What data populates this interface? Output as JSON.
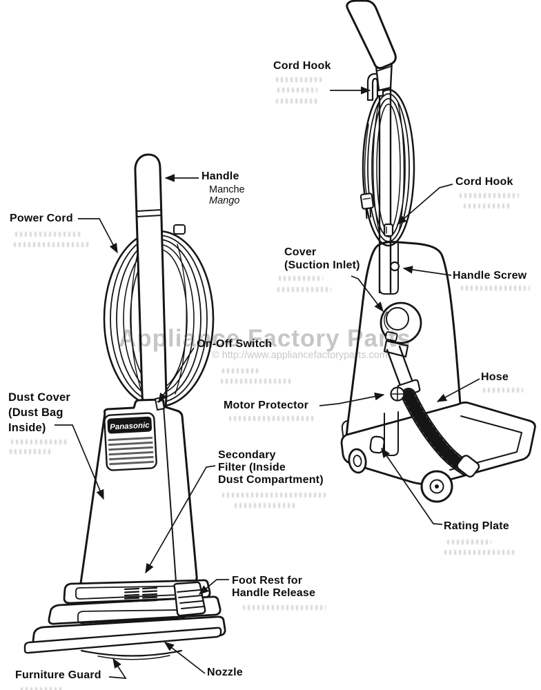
{
  "watermark": {
    "title": "Appliance Factory Parts",
    "url_line": "© http://www.appliancefactoryparts.com",
    "color": "#c6c6c6"
  },
  "brand_plate": {
    "text": "Panasonic"
  },
  "palette": {
    "line": "#151515",
    "paper": "#ffffff"
  },
  "labels": {
    "cord_hook_top": {
      "text": "Cord Hook"
    },
    "handle": {
      "text": "Handle",
      "translation_fr": "Manche",
      "translation_es": "Mango"
    },
    "power_cord": {
      "text": "Power Cord"
    },
    "cord_hook_right": {
      "text": "Cord Hook"
    },
    "cover_suction_inlet": {
      "line1": "Cover",
      "line2": "(Suction Inlet)"
    },
    "handle_screw": {
      "text": "Handle Screw"
    },
    "on_off_switch": {
      "text": "On-Off Switch"
    },
    "dust_cover": {
      "line1": "Dust Cover",
      "line2": "(Dust Bag",
      "line3": "Inside)"
    },
    "motor_protector": {
      "text": "Motor Protector"
    },
    "hose": {
      "text": "Hose"
    },
    "secondary_filter": {
      "line1": "Secondary",
      "line2": "Filter (Inside",
      "line3": "Dust Compartment)"
    },
    "rating_plate": {
      "text": "Rating Plate"
    },
    "foot_rest": {
      "line1": "Foot Rest for",
      "line2": "Handle Release"
    },
    "furniture_guard": {
      "text": "Furniture Guard"
    },
    "nozzle": {
      "text": "Nozzle"
    }
  }
}
